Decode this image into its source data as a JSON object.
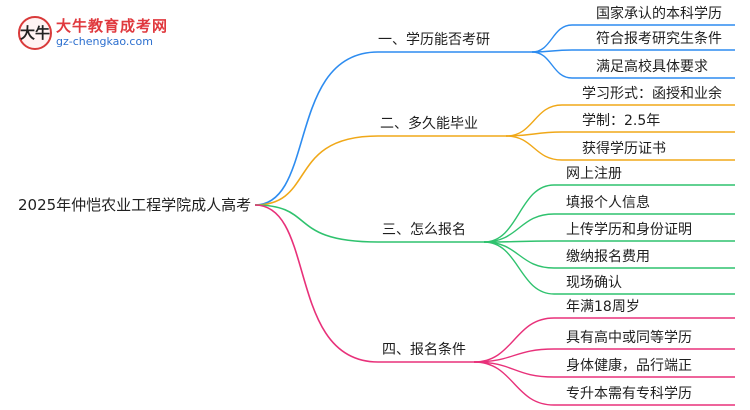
{
  "logo": {
    "mark": "大牛",
    "name": "大牛教育成考网",
    "url": "gz-chengkao.com"
  },
  "root": "2025年仲恺农业工程学院成人高考",
  "branches": [
    {
      "label": "一、学历能否考研",
      "color": "#2d8cf0",
      "leaves": [
        "国家承认的本科学历",
        "符合报考研究生条件",
        "满足高校具体要求"
      ]
    },
    {
      "label": "二、多久能毕业",
      "color": "#f0a818",
      "leaves": [
        "学习形式：函授和业余",
        "学制：2.5年",
        "获得学历证书"
      ]
    },
    {
      "label": "三、怎么报名",
      "color": "#2fc26e",
      "leaves": [
        "网上注册",
        "填报个人信息",
        "上传学历和身份证明",
        "缴纳报名费用",
        "现场确认"
      ]
    },
    {
      "label": "四、报名条件",
      "color": "#e8317a",
      "leaves": [
        "年满18周岁",
        "具有高中或同等学历",
        "身体健康，品行端正",
        "专升本需有专科学历"
      ]
    }
  ]
}
